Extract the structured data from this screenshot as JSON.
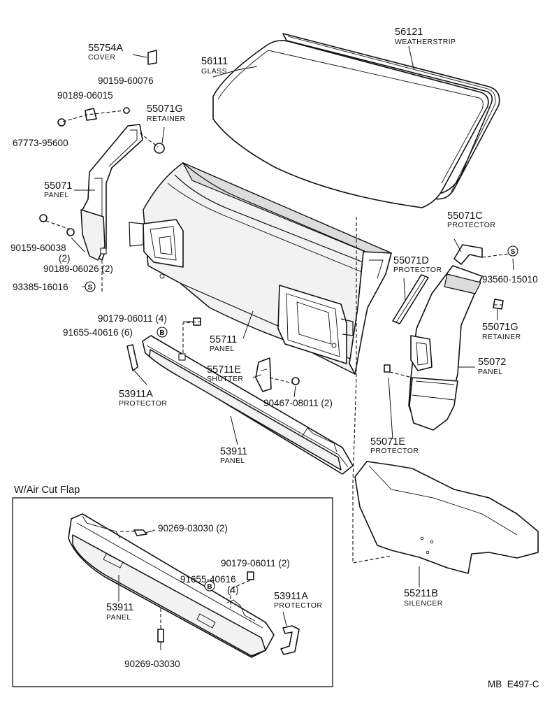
{
  "labels": {
    "l56121": {
      "num": "56121",
      "name": "WEATHERSTRIP"
    },
    "l56111": {
      "num": "56111",
      "name": "GLASS"
    },
    "l55754A": {
      "num": "55754A",
      "name": "COVER"
    },
    "l90159_60076": {
      "num": "90159-60076"
    },
    "l90189_06015": {
      "num": "90189-06015"
    },
    "l55071G_top": {
      "num": "55071G",
      "name": "RETAINER"
    },
    "l67773_95600": {
      "num": "67773-95600"
    },
    "l55071": {
      "num": "55071",
      "name": "PANEL"
    },
    "l90159_60038": {
      "num": "90159-60038",
      "qty": "(2)"
    },
    "l90189_06026": {
      "num": "90189-06026 (2)"
    },
    "l93385_16016": {
      "num": "93385-16016"
    },
    "l90179_06011": {
      "num": "90179-06011 (4)"
    },
    "l91655_40616": {
      "num": "91655-40616 (6)"
    },
    "l55711": {
      "num": "55711",
      "name": "PANEL"
    },
    "l55711E": {
      "num": "55711E",
      "name": "SHUTTER"
    },
    "l90467_08011": {
      "num": "90467-08011 (2)"
    },
    "l53911A": {
      "num": "53911A",
      "name": "PROTECTOR"
    },
    "l53911": {
      "num": "53911",
      "name": "PANEL"
    },
    "l55071C": {
      "num": "55071C",
      "name": "PROTECTOR"
    },
    "l55071D": {
      "num": "55071D",
      "name": "PROTECTOR"
    },
    "l93560_15010": {
      "num": "93560-15010"
    },
    "l55071G_right": {
      "num": "55071G",
      "name": "RETAINER"
    },
    "l55072": {
      "num": "55072",
      "name": "PANEL"
    },
    "l55071E": {
      "num": "55071E",
      "name": "PROTECTOR"
    },
    "l55211B": {
      "num": "55211B",
      "name": "SILENCER"
    }
  },
  "inset": {
    "title": "W/Air Cut Flap",
    "l90269_03030a": {
      "num": "90269-03030 (2)"
    },
    "l90179_06011": {
      "num": "90179-06011 (2)"
    },
    "l91655_40616": {
      "num": "91655-40616",
      "qty": "(4)"
    },
    "l53911A": {
      "num": "53911A",
      "name": "PROTECTOR"
    },
    "l53911": {
      "num": "53911",
      "name": "PANEL"
    },
    "l90269_03030b": {
      "num": "90269-03030"
    }
  },
  "symbols": {
    "s": "S",
    "b": "B"
  },
  "footer": {
    "code": "MB  E497-C"
  }
}
